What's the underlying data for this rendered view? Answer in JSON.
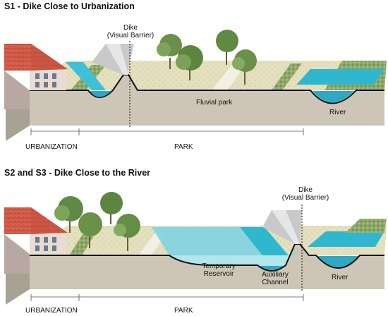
{
  "scenario1": {
    "title": "S1 - Dike Close to Urbanization",
    "dike_label_line1": "Dike",
    "dike_label_line2": "(Visual Barrier)",
    "park_area_label": "Fluvial park",
    "river_label": "River",
    "zone_urbanization": "URBANIZATION",
    "zone_park": "PARK"
  },
  "scenario2": {
    "title": "S2 and S3 - Dike Close to the River",
    "dike_label_line1": "Dike",
    "dike_label_line2": "(Visual Barrier)",
    "reservoir_line1": "Temporary",
    "reservoir_line2": "Reservoir",
    "channel_line1": "Auxiliary",
    "channel_line2": "Channel",
    "river_label": "River",
    "zone_urbanization": "URBANIZATION",
    "zone_park": "PARK"
  },
  "colors": {
    "water": "#2fb7cf",
    "ground": "#cfc8b8",
    "grass": "#e8e4c4",
    "roof": "#d65a4a"
  }
}
